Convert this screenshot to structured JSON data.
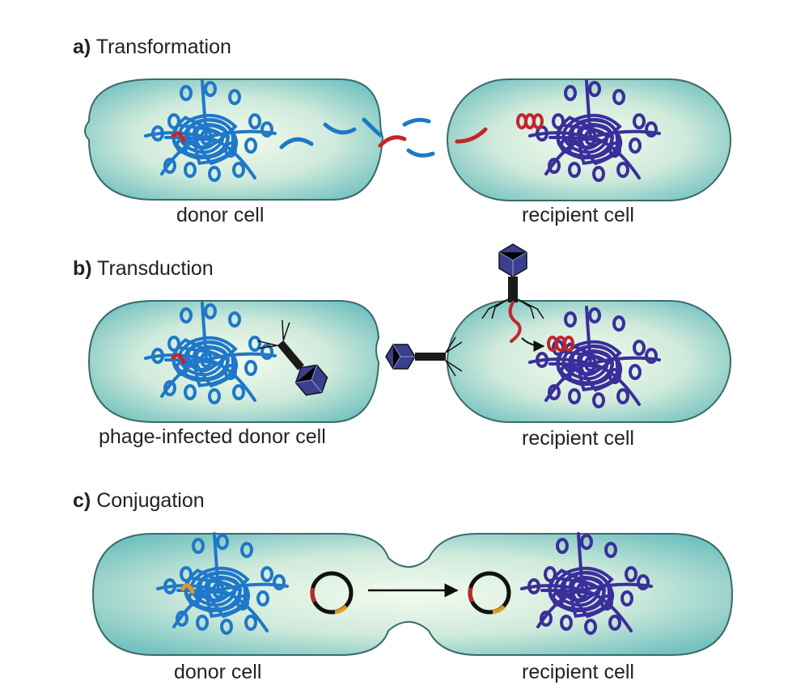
{
  "panels": [
    {
      "id": "a",
      "letter": "a)",
      "title": "Transformation",
      "left_caption": "donor cell",
      "right_caption": "recipient cell"
    },
    {
      "id": "b",
      "letter": "b)",
      "title": "Transduction",
      "left_caption": "phage-infected donor cell",
      "right_caption": "recipient cell"
    },
    {
      "id": "c",
      "letter": "c)",
      "title": "Conjugation",
      "left_caption": "donor cell",
      "right_caption": "recipient cell"
    }
  ],
  "colors": {
    "cell_fill_center": "#eef8ea",
    "cell_fill_edge": "#7cc7c4",
    "cell_outline": "#3a6b6b",
    "donor_dna": "#1f78c8",
    "recipient_dna": "#3a2f9a",
    "transferred_dna": "#c0272d",
    "plasmid_ring": "#111111",
    "plasmid_marker": "#e39a1c",
    "phage_head": "#3b3f8f",
    "phage_tail": "#1a1a1a"
  }
}
